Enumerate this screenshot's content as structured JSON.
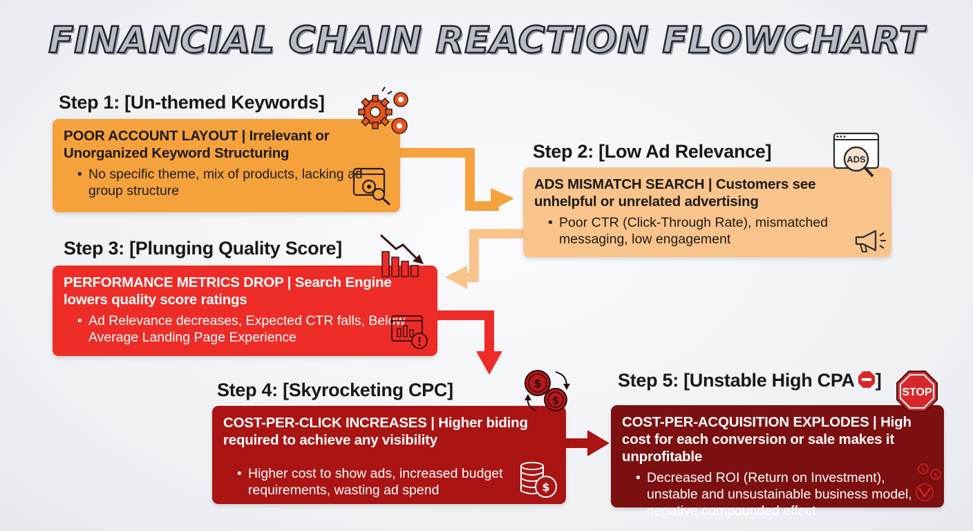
{
  "title": "FINANCIAL CHAIN REACTION FLOWCHART",
  "steps": [
    {
      "label": "Step 1: [Un-themed Keywords]",
      "heading": "POOR ACCOUNT LAYOUT | Irrelevant or Unorganized Keyword Structuring",
      "bullet": "No specific theme, mix of products, lacking ad group structure",
      "icons": [
        "gears-icon",
        "web-search-settings-icon"
      ]
    },
    {
      "label": "Step 2: [Low Ad Relevance]",
      "heading": "ADS MISMATCH SEARCH | Customers see unhelpful or unrelated advertising",
      "bullet": "Poor CTR (Click-Through Rate), mismatched messaging, low engagement",
      "icons": [
        "ads-magnifier-icon",
        "megaphone-icon"
      ],
      "ads_badge": "ADS"
    },
    {
      "label": "Step 3: [Plunging Quality Score]",
      "heading": "PERFORMANCE METRICS DROP | Search Engine lowers quality score ratings",
      "bullet": "Ad Relevance decreases, Expected CTR falls, Below Average Landing Page Experience",
      "icons": [
        "declining-chart-icon",
        "browser-warning-icon"
      ]
    },
    {
      "label": "Step 4: [Skyrocketing CPC]",
      "heading": "COST-PER-CLICK INCREASES | Higher biding required to achieve any visibility",
      "bullet": "Higher cost to show ads, increased budget requirements, wasting ad spend",
      "icons": [
        "coin-exchange-icon",
        "coin-stack-icon"
      ]
    },
    {
      "label": "Step 5: [Unstable High CPA",
      "label_suffix": "]",
      "heading": "COST-PER-ACQUISITION EXPLODES | High cost for each conversion or sale makes it unprofitable",
      "bullet": "Decreased ROI (Return on Investment), unstable and unsustainable business model, negative compounded effect",
      "icons": [
        "stop-sign-icon",
        "falling-coins-icon"
      ],
      "stop_text": "STOP"
    }
  ],
  "colors": {
    "step1": "#f5a23c",
    "step2": "#f9c38c",
    "step3": "#ee2c27",
    "step4": "#aa1413",
    "step5": "#7c0f10",
    "arrow1": "#f5a23c",
    "arrow2": "#f9c38c",
    "arrow3": "#ee2c27",
    "arrow4": "#aa1413",
    "stop_red": "#d8272b"
  }
}
